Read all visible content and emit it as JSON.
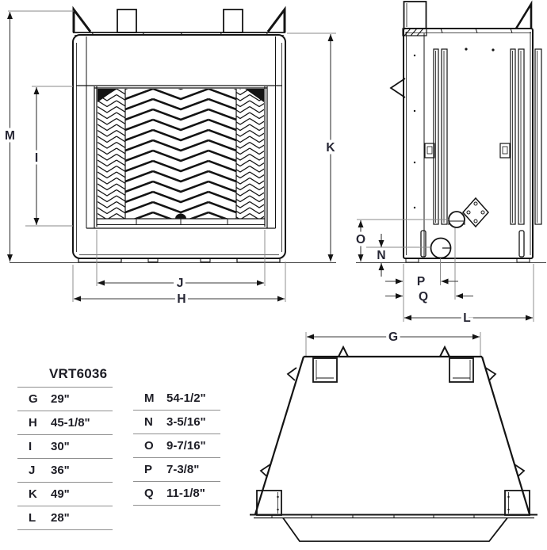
{
  "model": "VRT6036",
  "table": {
    "left": [
      {
        "key": "G",
        "value": "29\""
      },
      {
        "key": "H",
        "value": "45-1/8\""
      },
      {
        "key": "I",
        "value": "30\""
      },
      {
        "key": "J",
        "value": "36\""
      },
      {
        "key": "K",
        "value": "49\""
      },
      {
        "key": "L",
        "value": "28\""
      }
    ],
    "right": [
      {
        "key": "M",
        "value": "54-1/2\""
      },
      {
        "key": "N",
        "value": "3-5/16\""
      },
      {
        "key": "O",
        "value": "9-7/16\""
      },
      {
        "key": "P",
        "value": "7-3/8\""
      },
      {
        "key": "Q",
        "value": "11-1/8\""
      }
    ]
  },
  "views": {
    "front": {
      "dims": {
        "M": "M",
        "I": "I",
        "K": "K",
        "J": "J",
        "H": "H"
      }
    },
    "side": {
      "dims": {
        "O": "O",
        "N": "N",
        "P": "P",
        "Q": "Q",
        "L": "L"
      }
    },
    "top": {
      "dims": {
        "G": "G"
      }
    }
  },
  "colors": {
    "background": "#ffffff",
    "drawing_line": "#141414",
    "extension_line": "#8a8a8a",
    "dimension_line": "#3a3a3a",
    "label_text": "#262634",
    "table_text": "#1e1e26",
    "table_rule": "#8f8f8f"
  }
}
